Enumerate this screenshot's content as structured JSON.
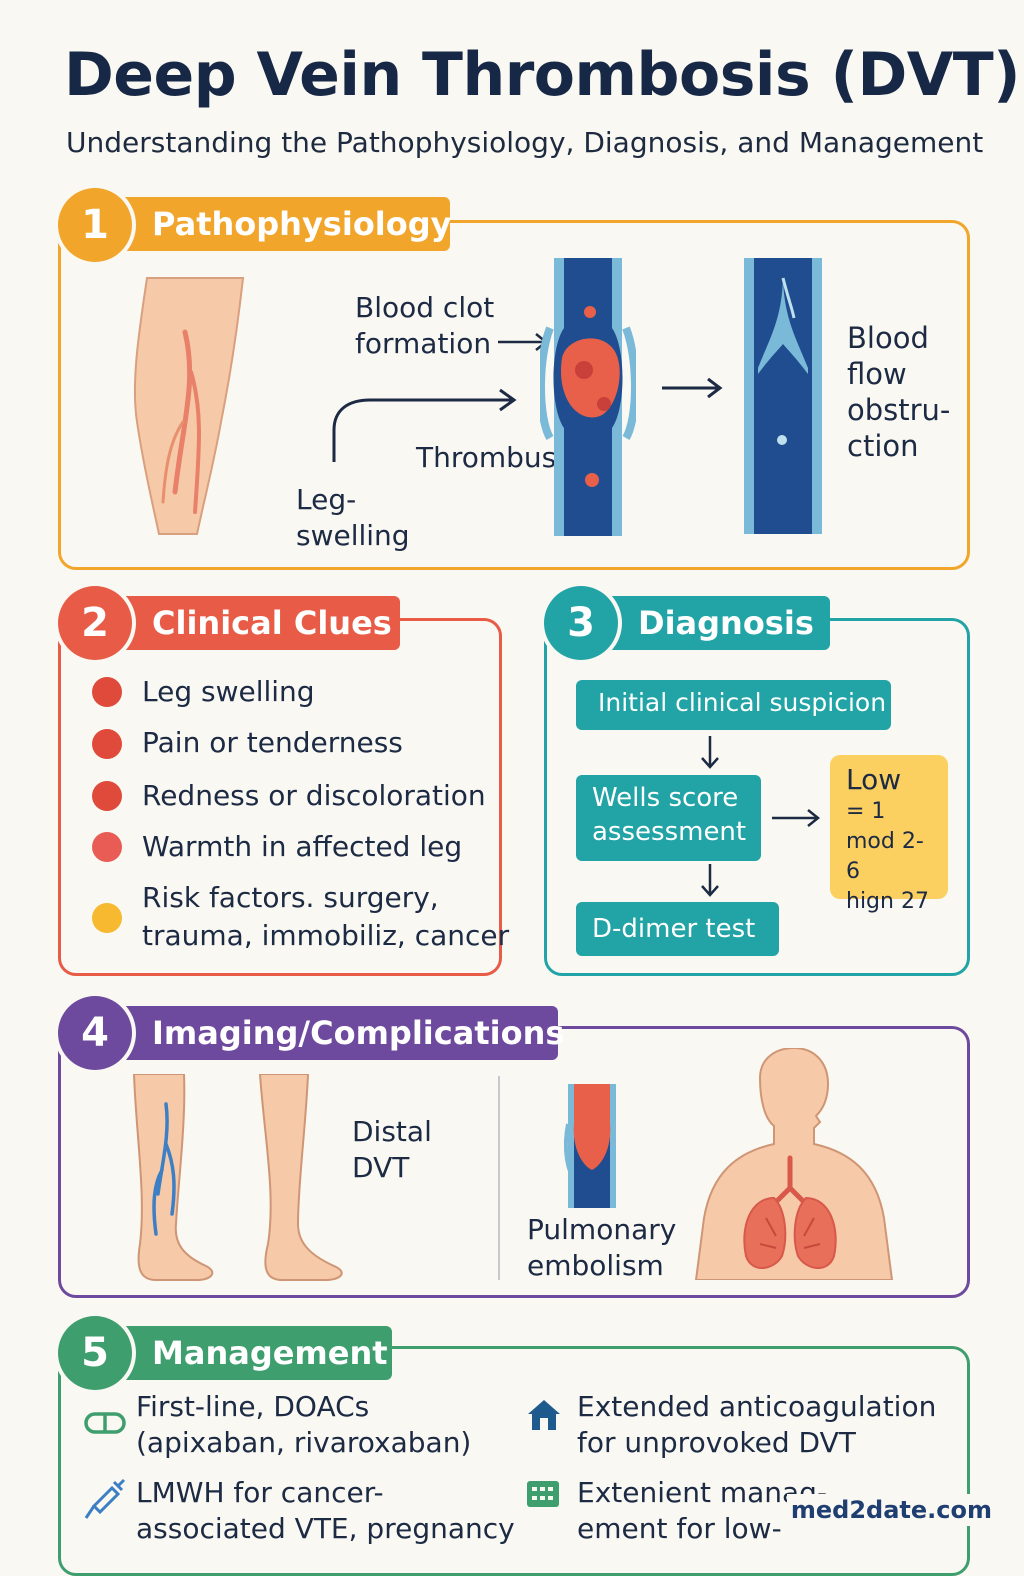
{
  "title": "Deep Vein Thrombosis (DVT)",
  "subtitle": "Understanding the Pathophysiology, Diagnosis, and Management",
  "colors": {
    "orange": "#f2a52b",
    "red": "#e85c47",
    "teal": "#22a3a6",
    "purple": "#6e4a9e",
    "green": "#3e9e6e",
    "vein": "#1f4d8f",
    "clot": "#e8604a"
  },
  "sections": {
    "pathophysiology": {
      "number": "1",
      "title": "Pathophysiology",
      "clot_label_1": "Blood clot",
      "clot_label_2": "formation",
      "thrombus_label": "Thrombus",
      "leg_label_1": "Leg-",
      "leg_label_2": "swelling",
      "flow_label_1": "Blood",
      "flow_label_2": "flow",
      "flow_label_3": "obstru-",
      "flow_label_4": "ction"
    },
    "clinical_clues": {
      "number": "2",
      "title": "Clinical Clues",
      "items": [
        {
          "text": "Leg swelling",
          "color": "#e04a3b"
        },
        {
          "text": "Pain or tenderness",
          "color": "#e04a3b"
        },
        {
          "text": "Redness or discoloration",
          "color": "#e04a3b"
        },
        {
          "text": "Warmth in affected leg",
          "color": "#e85c55"
        },
        {
          "text_line1": "Risk factors. surgery,",
          "text_line2": "trauma, immobiliz, cancer",
          "color": "#f6b92f"
        }
      ]
    },
    "diagnosis": {
      "number": "3",
      "title": "Diagnosis",
      "step1": "Initial clinical suspicion",
      "step2_line1": "Wells score",
      "step2_line2": "assessment",
      "step3": "D-dimer test",
      "risk_title": "Low",
      "risk_line1": "= 1",
      "risk_line2": "mod 2-6",
      "risk_line3": "hign 27"
    },
    "imaging": {
      "number": "4",
      "title": "Imaging/Complications",
      "distal_label_1": "Distal",
      "distal_label_2": "DVT",
      "pe_label_1": "Pulmonary",
      "pe_label_2": "embolism"
    },
    "management": {
      "number": "5",
      "title": "Management",
      "item1_line1": "First-line, DOACs",
      "item1_line2": "(apixaban, rivaroxaban)",
      "item2_line1": "Extended anticoagulation",
      "item2_line2": "for unprovoked DVT",
      "item3_line1": "LMWH for cancer-",
      "item3_line2": "associated VTE, pregnancy",
      "item4_line1": "Extenient manag-",
      "item4_line2": "ement for low-"
    }
  },
  "footer": "med2date.com"
}
